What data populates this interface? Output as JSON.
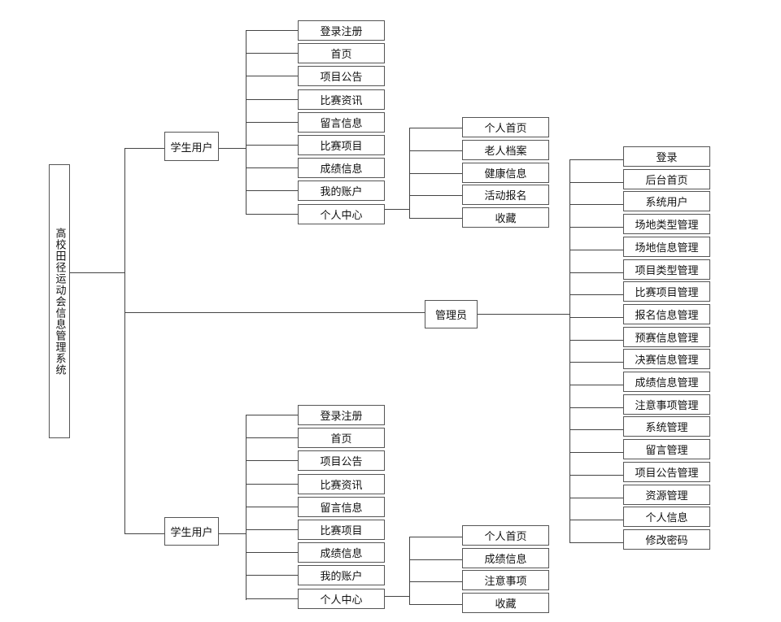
{
  "root": {
    "label": "高校田径运动会信息管理系统"
  },
  "student_top": {
    "label": "学生用户",
    "items": [
      "登录注册",
      "首页",
      "项目公告",
      "比赛资讯",
      "留言信息",
      "比赛项目",
      "成绩信息",
      "我的账户",
      "个人中心"
    ],
    "personal_center": [
      "个人首页",
      "老人档案",
      "健康信息",
      "活动报名",
      "收藏"
    ]
  },
  "admin": {
    "label": "管理员",
    "items": [
      "登录",
      "后台首页",
      "系统用户",
      "场地类型管理",
      "场地信息管理",
      "项目类型管理",
      "比赛项目管理",
      "报名信息管理",
      "预赛信息管理",
      "决赛信息管理",
      "成绩信息管理",
      "注意事项管理",
      "系统管理",
      "留言管理",
      "项目公告管理",
      "资源管理",
      "个人信息",
      "修改密码"
    ]
  },
  "student_bottom": {
    "label": "学生用户",
    "items": [
      "登录注册",
      "首页",
      "项目公告",
      "比赛资讯",
      "留言信息",
      "比赛项目",
      "成绩信息",
      "我的账户",
      "个人中心"
    ],
    "personal_center": [
      "个人首页",
      "成绩信息",
      "注意事项",
      "收藏"
    ]
  }
}
